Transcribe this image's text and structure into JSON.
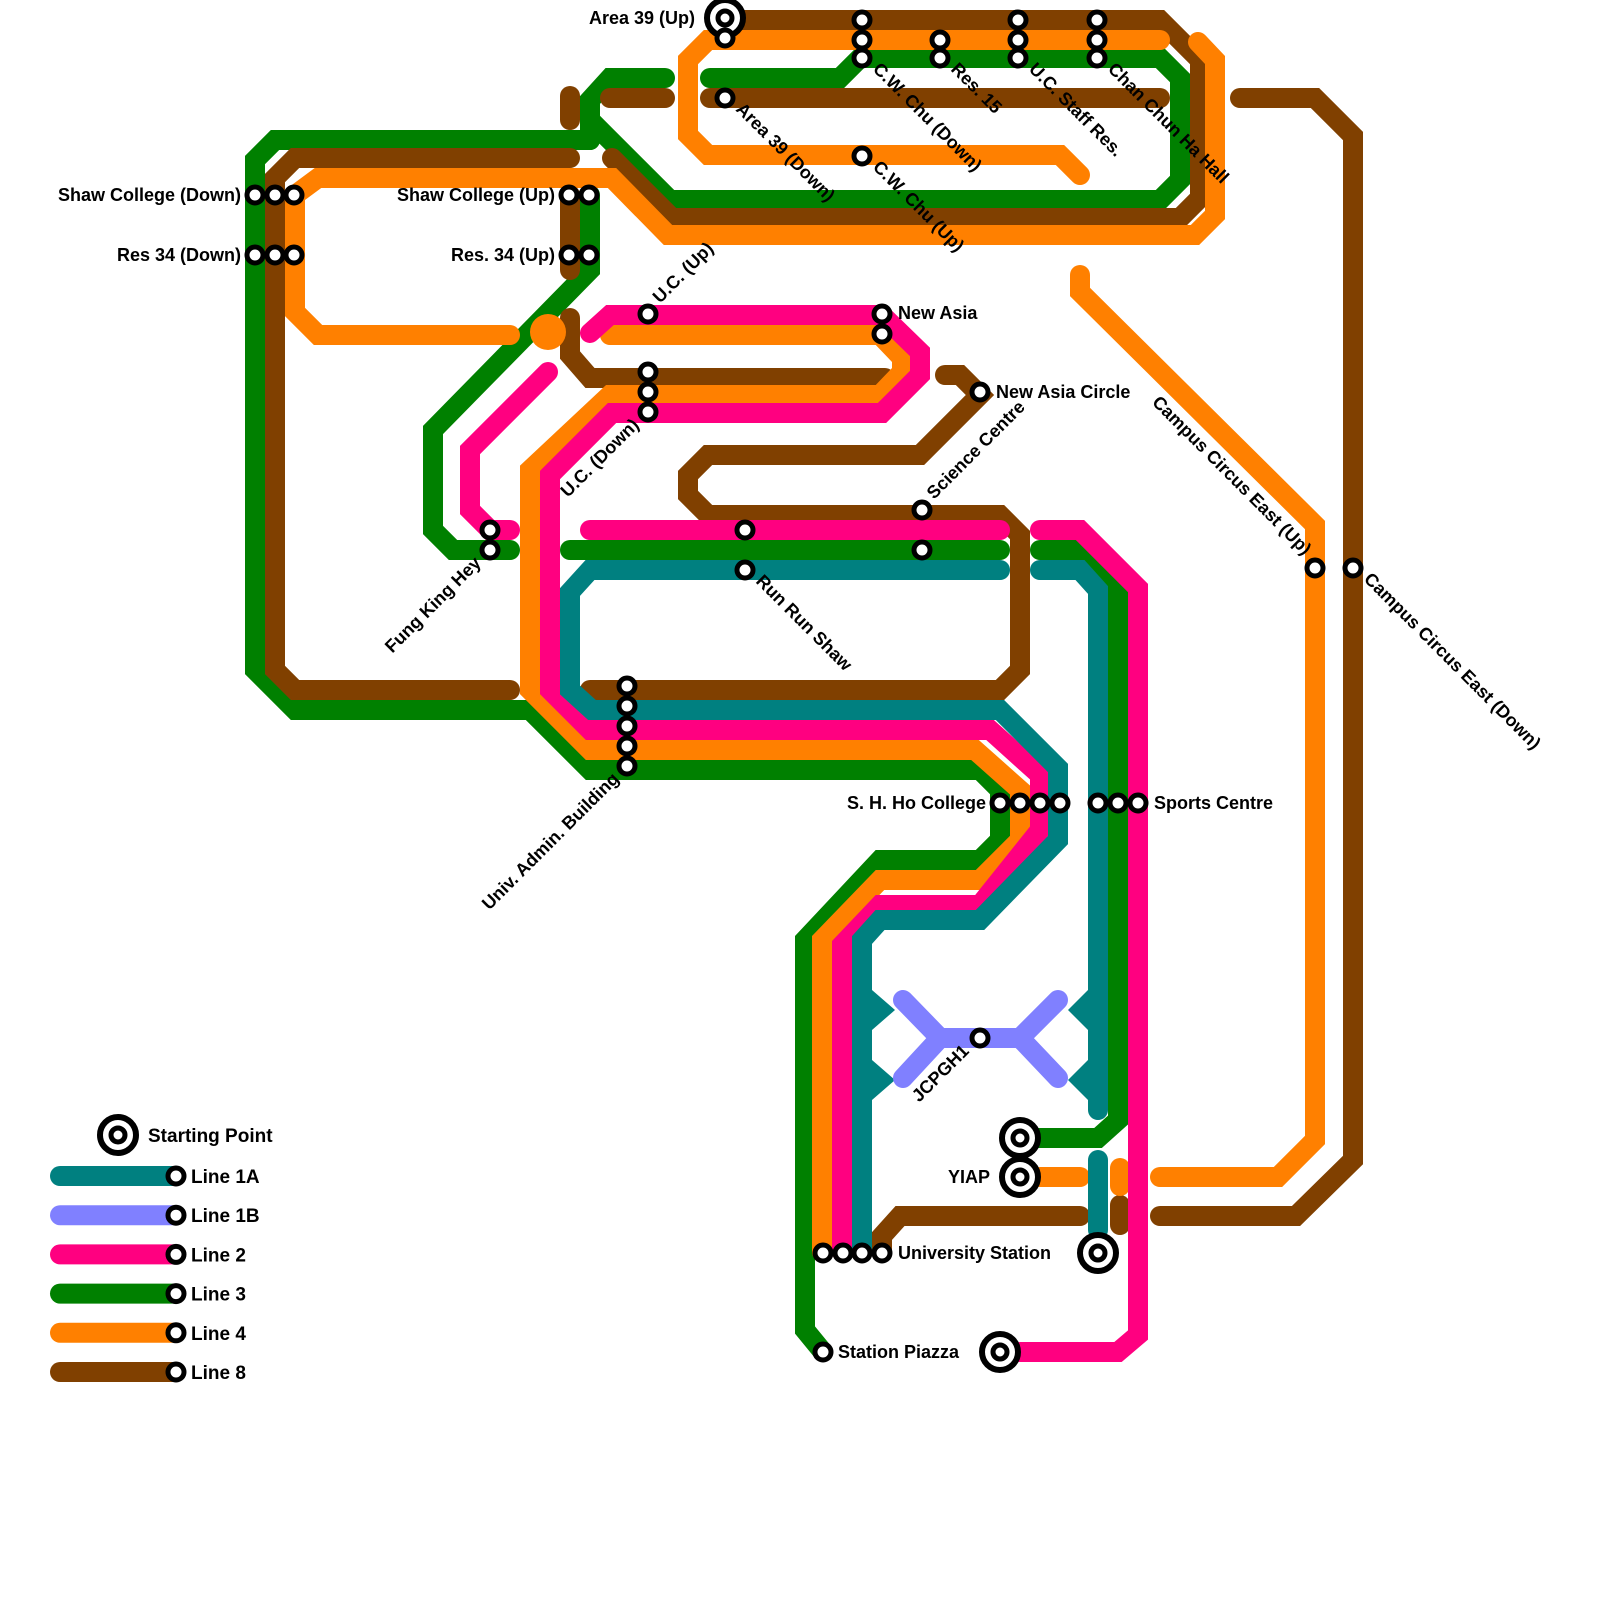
{
  "map": {
    "title": "Campus Bus Network Map",
    "lines": [
      {
        "id": "1A",
        "name": "Line 1A",
        "color": "#008080"
      },
      {
        "id": "1B",
        "name": "Line 1B",
        "color": "#8080ff"
      },
      {
        "id": "2",
        "name": "Line 2",
        "color": "#ff0080"
      },
      {
        "id": "3",
        "name": "Line 3",
        "color": "#008000"
      },
      {
        "id": "4",
        "name": "Line 4",
        "color": "#ff8000"
      },
      {
        "id": "8",
        "name": "Line 8",
        "color": "#804000"
      }
    ],
    "stations": {
      "area39_up": "Area 39 (Up)",
      "area39_down": "Area 39 (Down)",
      "cw_chu_down": "C.W. Chu (Down)",
      "cw_chu_up": "C.W. Chu (Up)",
      "res15": "Res. 15",
      "uc_staff_res": "U.C. Staff Res.",
      "chan_chun_ha_hall": "Chan Chun Ha Hall",
      "shaw_college_down": "Shaw College (Down)",
      "res34_down": "Res 34 (Down)",
      "shaw_college_up": "Shaw College (Up)",
      "res34_up": "Res. 34 (Up)",
      "uc_up": "U.C. (Up)",
      "uc_down": "U.C. (Down)",
      "new_asia": "New Asia",
      "new_asia_circle": "New Asia Circle",
      "science_centre": "Science Centre",
      "fung_king_hey": "Fung King Hey",
      "run_run_shaw": "Run Run Shaw",
      "univ_admin_building": "Univ. Admin. Building",
      "sh_ho_college": "S. H. Ho College",
      "sports_centre": "Sports Centre",
      "campus_circus_east_up": "Campus Circus East (Up)",
      "campus_circus_east_down": "Campus Circus East (Down)",
      "jcpgh1": "JCPGH1",
      "yiap": "YIAP",
      "university_station": "University Station",
      "station_piazza": "Station Piazza"
    }
  },
  "legend": {
    "starting_point": "Starting Point",
    "items": [
      {
        "label": "Line 1A",
        "color": "#008080"
      },
      {
        "label": "Line 1B",
        "color": "#8080ff"
      },
      {
        "label": "Line 2",
        "color": "#ff0080"
      },
      {
        "label": "Line 3",
        "color": "#008000"
      },
      {
        "label": "Line 4",
        "color": "#ff8000"
      },
      {
        "label": "Line 8",
        "color": "#804000"
      }
    ]
  }
}
